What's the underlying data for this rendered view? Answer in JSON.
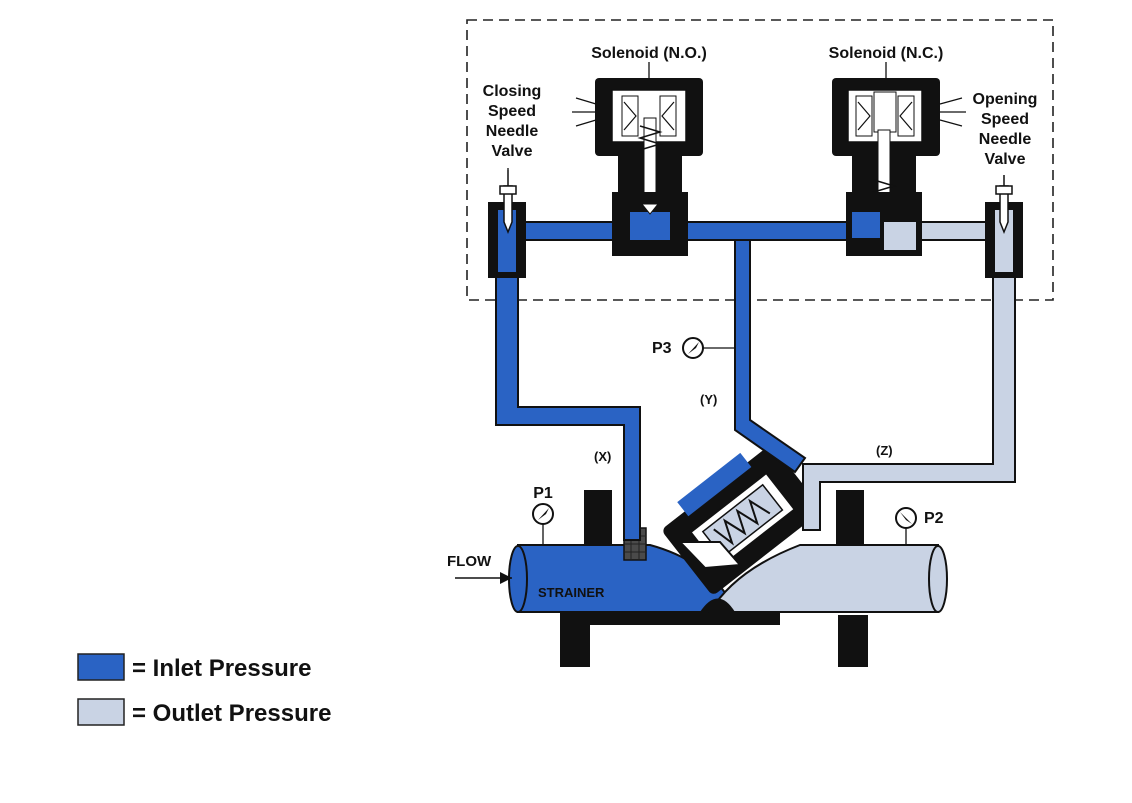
{
  "labels": {
    "solenoid_no": "Solenoid (N.O.)",
    "solenoid_nc": "Solenoid (N.C.)",
    "closing_valve": [
      "Closing",
      "Speed",
      "Needle",
      "Valve"
    ],
    "opening_valve": [
      "Opening",
      "Speed",
      "Needle",
      "Valve"
    ],
    "p1": "P1",
    "p2": "P2",
    "p3": "P3",
    "x": "(X)",
    "y": "(Y)",
    "z": "(Z)",
    "flow": "FLOW",
    "strainer": "STRAINER"
  },
  "legend": [
    {
      "label": "= Inlet Pressure",
      "color": "#2a63c4"
    },
    {
      "label": "= Outlet Pressure",
      "color": "#c9d3e4"
    }
  ],
  "colors": {
    "inlet": "#2a63c4",
    "outlet": "#c9d3e4",
    "body": "#111111"
  }
}
